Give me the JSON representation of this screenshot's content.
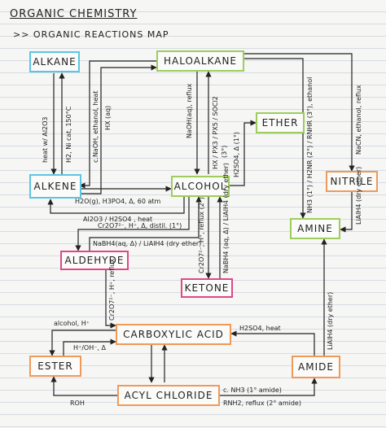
{
  "title": "ORGANIC CHEMISTRY",
  "subtitle": ">> ORGANIC REACTIONS MAP",
  "colors": {
    "blue": "#5cc6e2",
    "green": "#9dcd5b",
    "pink": "#e0468a",
    "orange": "#ef9a5a",
    "ink": "#222222"
  },
  "nodes": {
    "alkane": "ALKANE",
    "haloalkane": "HALOALKANE",
    "ether": "ETHER",
    "alkene": "ALKENE",
    "alcohol": "ALCOHOL",
    "nitrile": "NITRILE",
    "amine": "AMINE",
    "aldehyde": "ALDEHYDE",
    "ketone": "KETONE",
    "carboxylic_acid": "CARBOXYLIC ACID",
    "ester": "ESTER",
    "amide": "AMIDE",
    "acyl_chloride": "ACYL CHLORIDE"
  },
  "labels": {
    "alkane_alkene_1": "heat w/ Al2O3",
    "alkane_alkene_2": "H2, Ni cat, 150°C",
    "alkene_halo_1": "c.NaOH, ethanol, heat",
    "alkene_halo_2": "HX (aq)",
    "halo_alcohol": "NaOH(aq), reflux",
    "alcohol_halo": "HX / PX3 / PX5 / SOCl2",
    "alcohol_halo_2": "(3°)",
    "alcohol_ether": "H2SO4, Δ (1°)",
    "halo_amine_1": "NH3 (1°) / H2NR (2°) / RNHR (3°), ethanol",
    "halo_nitrile": "NaCN, ethanol, reflux",
    "nitrile_amine": "LiAlH4 (dry ether)",
    "alkene_alcohol": "H2O(g), H3PO4, Δ, 60 atm",
    "alcohol_alkene": "Al2O3 / H2SO4 , heat",
    "alcohol_aldehyde": "Cr2O7²⁻, H⁺, Δ, distil. (1°)",
    "aldehyde_alcohol": "NaBH4(aq, Δ) / LiAlH4 (dry ether)",
    "alcohol_ketone": "Cr2O7²⁻, H⁺, reflux (2°)",
    "ketone_alcohol": "NaBH4 (aq, Δ) / LiAlH4 (dry ether)",
    "aldehyde_acid": "Cr2O7²⁻, H⁺, reflux",
    "ester_1": "alcohol, H⁺",
    "ester_2": "H⁺/OH⁻, Δ",
    "amide_acid": "H2SO4, heat",
    "amide_amine": "LiAlH4 (dry ether)",
    "roh": "ROH",
    "amide_cond_1": "c. NH3 (1° amide)",
    "amide_cond_2": "RNH2, reflux (2° amide)"
  }
}
